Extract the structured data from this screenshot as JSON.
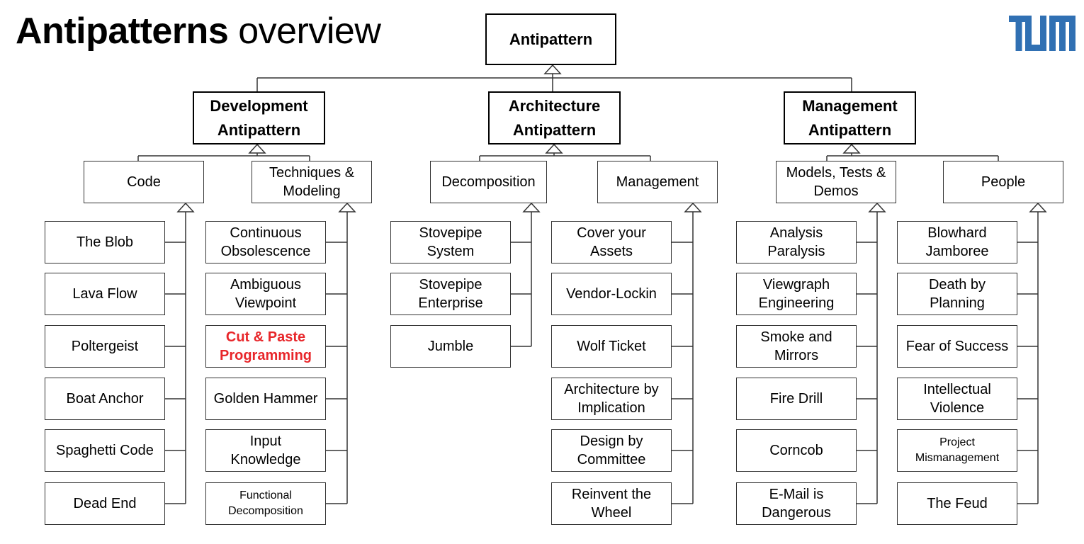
{
  "header": {
    "title_bold": "Antipatterns",
    "title_rest": " overview"
  },
  "logo": {
    "icon": "tum-logo",
    "text": "TUM",
    "color": "#3070b3"
  },
  "colors": {
    "highlight": "#e8262a",
    "line": "#333333"
  },
  "root": {
    "label": "Antipattern"
  },
  "categories": [
    {
      "label": "Development\nAntipattern",
      "groups": [
        {
          "label": "Code",
          "items": [
            "The Blob",
            "Lava Flow",
            "Poltergeist",
            "Boat Anchor",
            "Spaghetti Code",
            "Dead End"
          ]
        },
        {
          "label": "Techniques &\nModeling",
          "items": [
            "Continuous\nObsolescence",
            "Ambiguous\nViewpoint",
            "Cut & Paste\nProgramming",
            "Golden Hammer",
            "Input\nKnowledge",
            "Functional\nDecomposition"
          ]
        }
      ]
    },
    {
      "label": "Architecture\nAntipattern",
      "groups": [
        {
          "label": "Decomposition",
          "items": [
            "Stovepipe\nSystem",
            "Stovepipe\nEnterprise",
            "Jumble"
          ]
        },
        {
          "label": "Management",
          "items": [
            "Cover your\nAssets",
            "Vendor-Lockin",
            "Wolf Ticket",
            "Architecture by\nImplication",
            "Design by\nCommittee",
            "Reinvent the\nWheel"
          ]
        }
      ]
    },
    {
      "label": "Management\nAntipattern",
      "groups": [
        {
          "label": "Models, Tests &\nDemos",
          "items": [
            "Analysis\nParalysis",
            "Viewgraph\nEngineering",
            "Smoke and\nMirrors",
            "Fire Drill",
            "Corncob",
            "E-Mail is\nDangerous"
          ]
        },
        {
          "label": "People",
          "items": [
            "Blowhard\nJamboree",
            "Death by\nPlanning",
            "Fear of Success",
            "Intellectual\nViolence",
            "Project\nMismanagement",
            "The Feud"
          ]
        }
      ]
    }
  ]
}
